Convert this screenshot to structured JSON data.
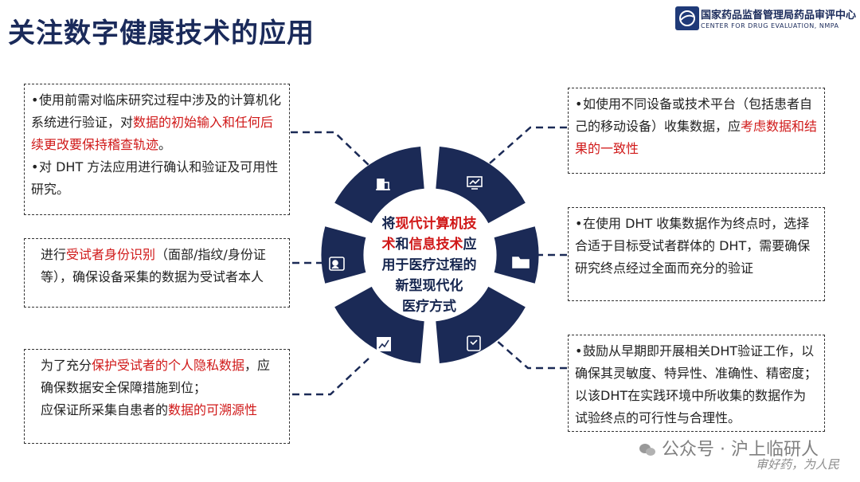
{
  "title": "关注数字健康技术的应用",
  "org": {
    "name_cn": "国家药品监督管理局药品审评中心",
    "name_en": "CENTER FOR DRUG EVALUATION, NMPA"
  },
  "center": {
    "line1_pre": "将",
    "line1_hl": "现代计算机技",
    "line2_hl1": "术",
    "line2_mid": "和",
    "line2_hl2": "信息技术",
    "line2_post": "应",
    "line3": "用于医疗过程的",
    "line4": "新型现代化",
    "line5": "医疗方式"
  },
  "left_boxes": [
    {
      "b1_pre": "使用前需对临床研究过程中涉及的计算机化系统进行验证，对",
      "b1_hl": "数据的初始输入和任何后续更改要保持稽查轨迹",
      "b1_post": "。",
      "b2": "对 DHT 方法应用进行确认和验证及可用性研究。"
    },
    {
      "pre": "进行",
      "hl": "受试者身份识别",
      "post": "（面部/指纹/身份证等），确保设备采集的数据为受试者本人"
    },
    {
      "b1_pre": "为了充分",
      "b1_hl": "保护受试者的个人隐私数据",
      "b1_post": "，应确保数据安全保障措施到位；",
      "b2_pre": "应保证所采集自患者的",
      "b2_hl": "数据的可溯源性"
    }
  ],
  "right_boxes": [
    {
      "pre": "如使用不同设备或技术平台（包括患者自己的移动设备）收集数据，应",
      "hl": "考虑数据和结果的一致性"
    },
    {
      "text": "在使用 DHT 收集数据作为终点时，选择合适于目标受试者群体的 DHT，需要确保研究终点经过全面而充分的验证"
    },
    {
      "text": "鼓励从早期即开展相关DHT验证工作，以确保其灵敏度、特异性、准确性、精密度；以该DHT在实践环境中所收集的数据作为试验终点的可行性与合理性。"
    }
  ],
  "icons": [
    "building-icon",
    "monitor-chart-icon",
    "id-card-icon",
    "folder-icon",
    "trend-chart-icon",
    "clipboard-icon"
  ],
  "watermark": {
    "line1": "公众号 · 沪上临研人",
    "line2": "审好药，为人民"
  },
  "colors": {
    "ring": "#1b2a56",
    "highlight": "#d01818",
    "title": "#1a2a5a"
  }
}
